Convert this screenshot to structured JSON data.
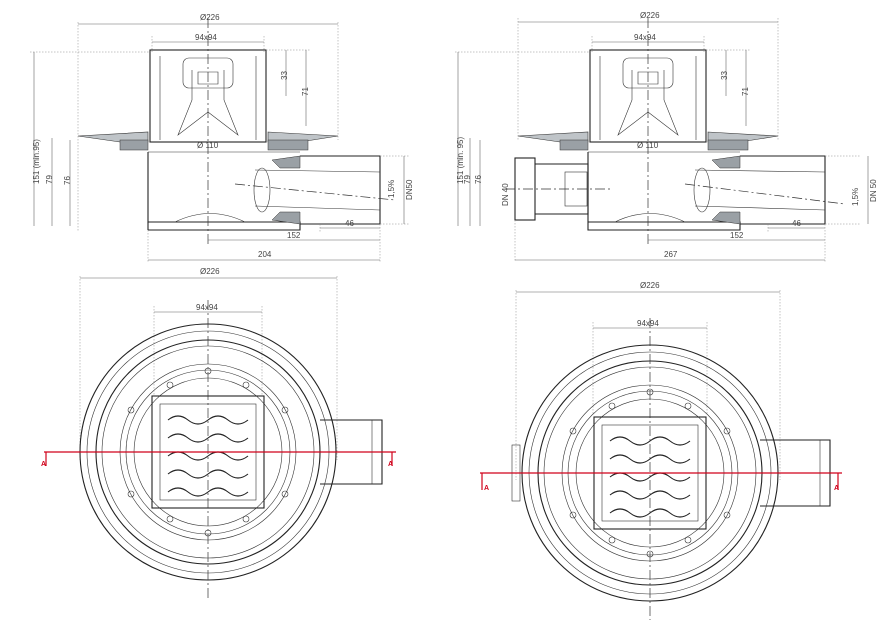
{
  "colors": {
    "section_line": "#d0021b",
    "outline": "#222222",
    "dimension": "#666666"
  },
  "left_side": {
    "dia_outer": "Ø226",
    "grate": "94x94",
    "d33": "33",
    "d71": "71",
    "d151": "151 (min.95)",
    "d79": "79",
    "d76": "76",
    "dia110": "Ø 110",
    "dn50": "DN50",
    "slope": "1,5%",
    "d46": "46",
    "d152": "152",
    "d204": "204"
  },
  "right_side": {
    "dia_outer": "Ø226",
    "grate": "94x94",
    "d33": "33",
    "d71": "71",
    "d151": "151 (min. 95)",
    "d79": "79",
    "d76": "76",
    "dn40": "DN 40",
    "dia110": "Ø 110",
    "dn50": "DN 50",
    "slope": "1,5%",
    "d46": "46",
    "d152": "152",
    "d267": "267"
  },
  "left_top": {
    "dia_outer": "Ø226",
    "grate": "94x94",
    "section": "A"
  },
  "right_top": {
    "dia_outer": "Ø226",
    "grate": "94x94",
    "section": "A"
  }
}
